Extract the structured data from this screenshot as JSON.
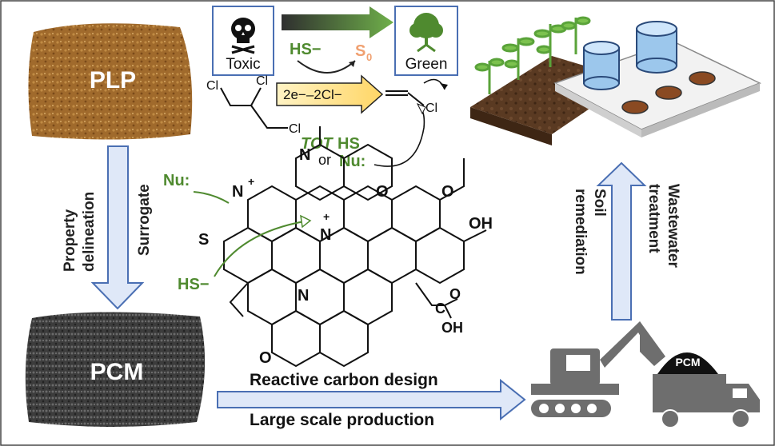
{
  "materials": {
    "plp_label": "PLP",
    "pcm_label": "PCM",
    "truck_load_label": "PCM"
  },
  "left_arrow": {
    "label_left_line1": "Property",
    "label_left_line2": "delineation",
    "label_right": "Surrogate"
  },
  "reaction": {
    "toxic_label": "Toxic",
    "green_label": "Green",
    "hs_label": "HS−",
    "s0_label": "S",
    "s0_sub": "0",
    "electron_box": "2e−–2Cl−",
    "cl_labels": [
      "Cl",
      "Cl",
      "Cl",
      "Cl"
    ],
    "tot_label": "TOT",
    "tot_suffix": "HS",
    "or_label": "or",
    "nu_label": "Nu:"
  },
  "molecule": {
    "nu_left": "Nu:",
    "hs_left": "HS−",
    "n_atoms": [
      "N",
      "N",
      "N",
      "N"
    ],
    "plus": "+",
    "s_atom": "S",
    "o_atom": "O",
    "oxo": "O",
    "oh": "OH",
    "acid_o": "O",
    "acid_oh": "OH",
    "acid_c": "C",
    "radical_o": "O"
  },
  "bottom_arrow": {
    "label_top": "Reactive carbon design",
    "label_bottom": "Large scale production"
  },
  "right_arrow": {
    "label_left_line1": "Soil",
    "label_left_line2": "remediation",
    "label_right_line1": "Wastewater",
    "label_right_line2": "treatment"
  },
  "colors": {
    "arrow_fill": "#dfe8f8",
    "arrow_stroke": "#4a6fb3",
    "green_text": "#4f8a2f",
    "s0_color": "#f0a070",
    "box_yellow": "#ffe9a0",
    "machine_gray": "#6e6e6e"
  }
}
